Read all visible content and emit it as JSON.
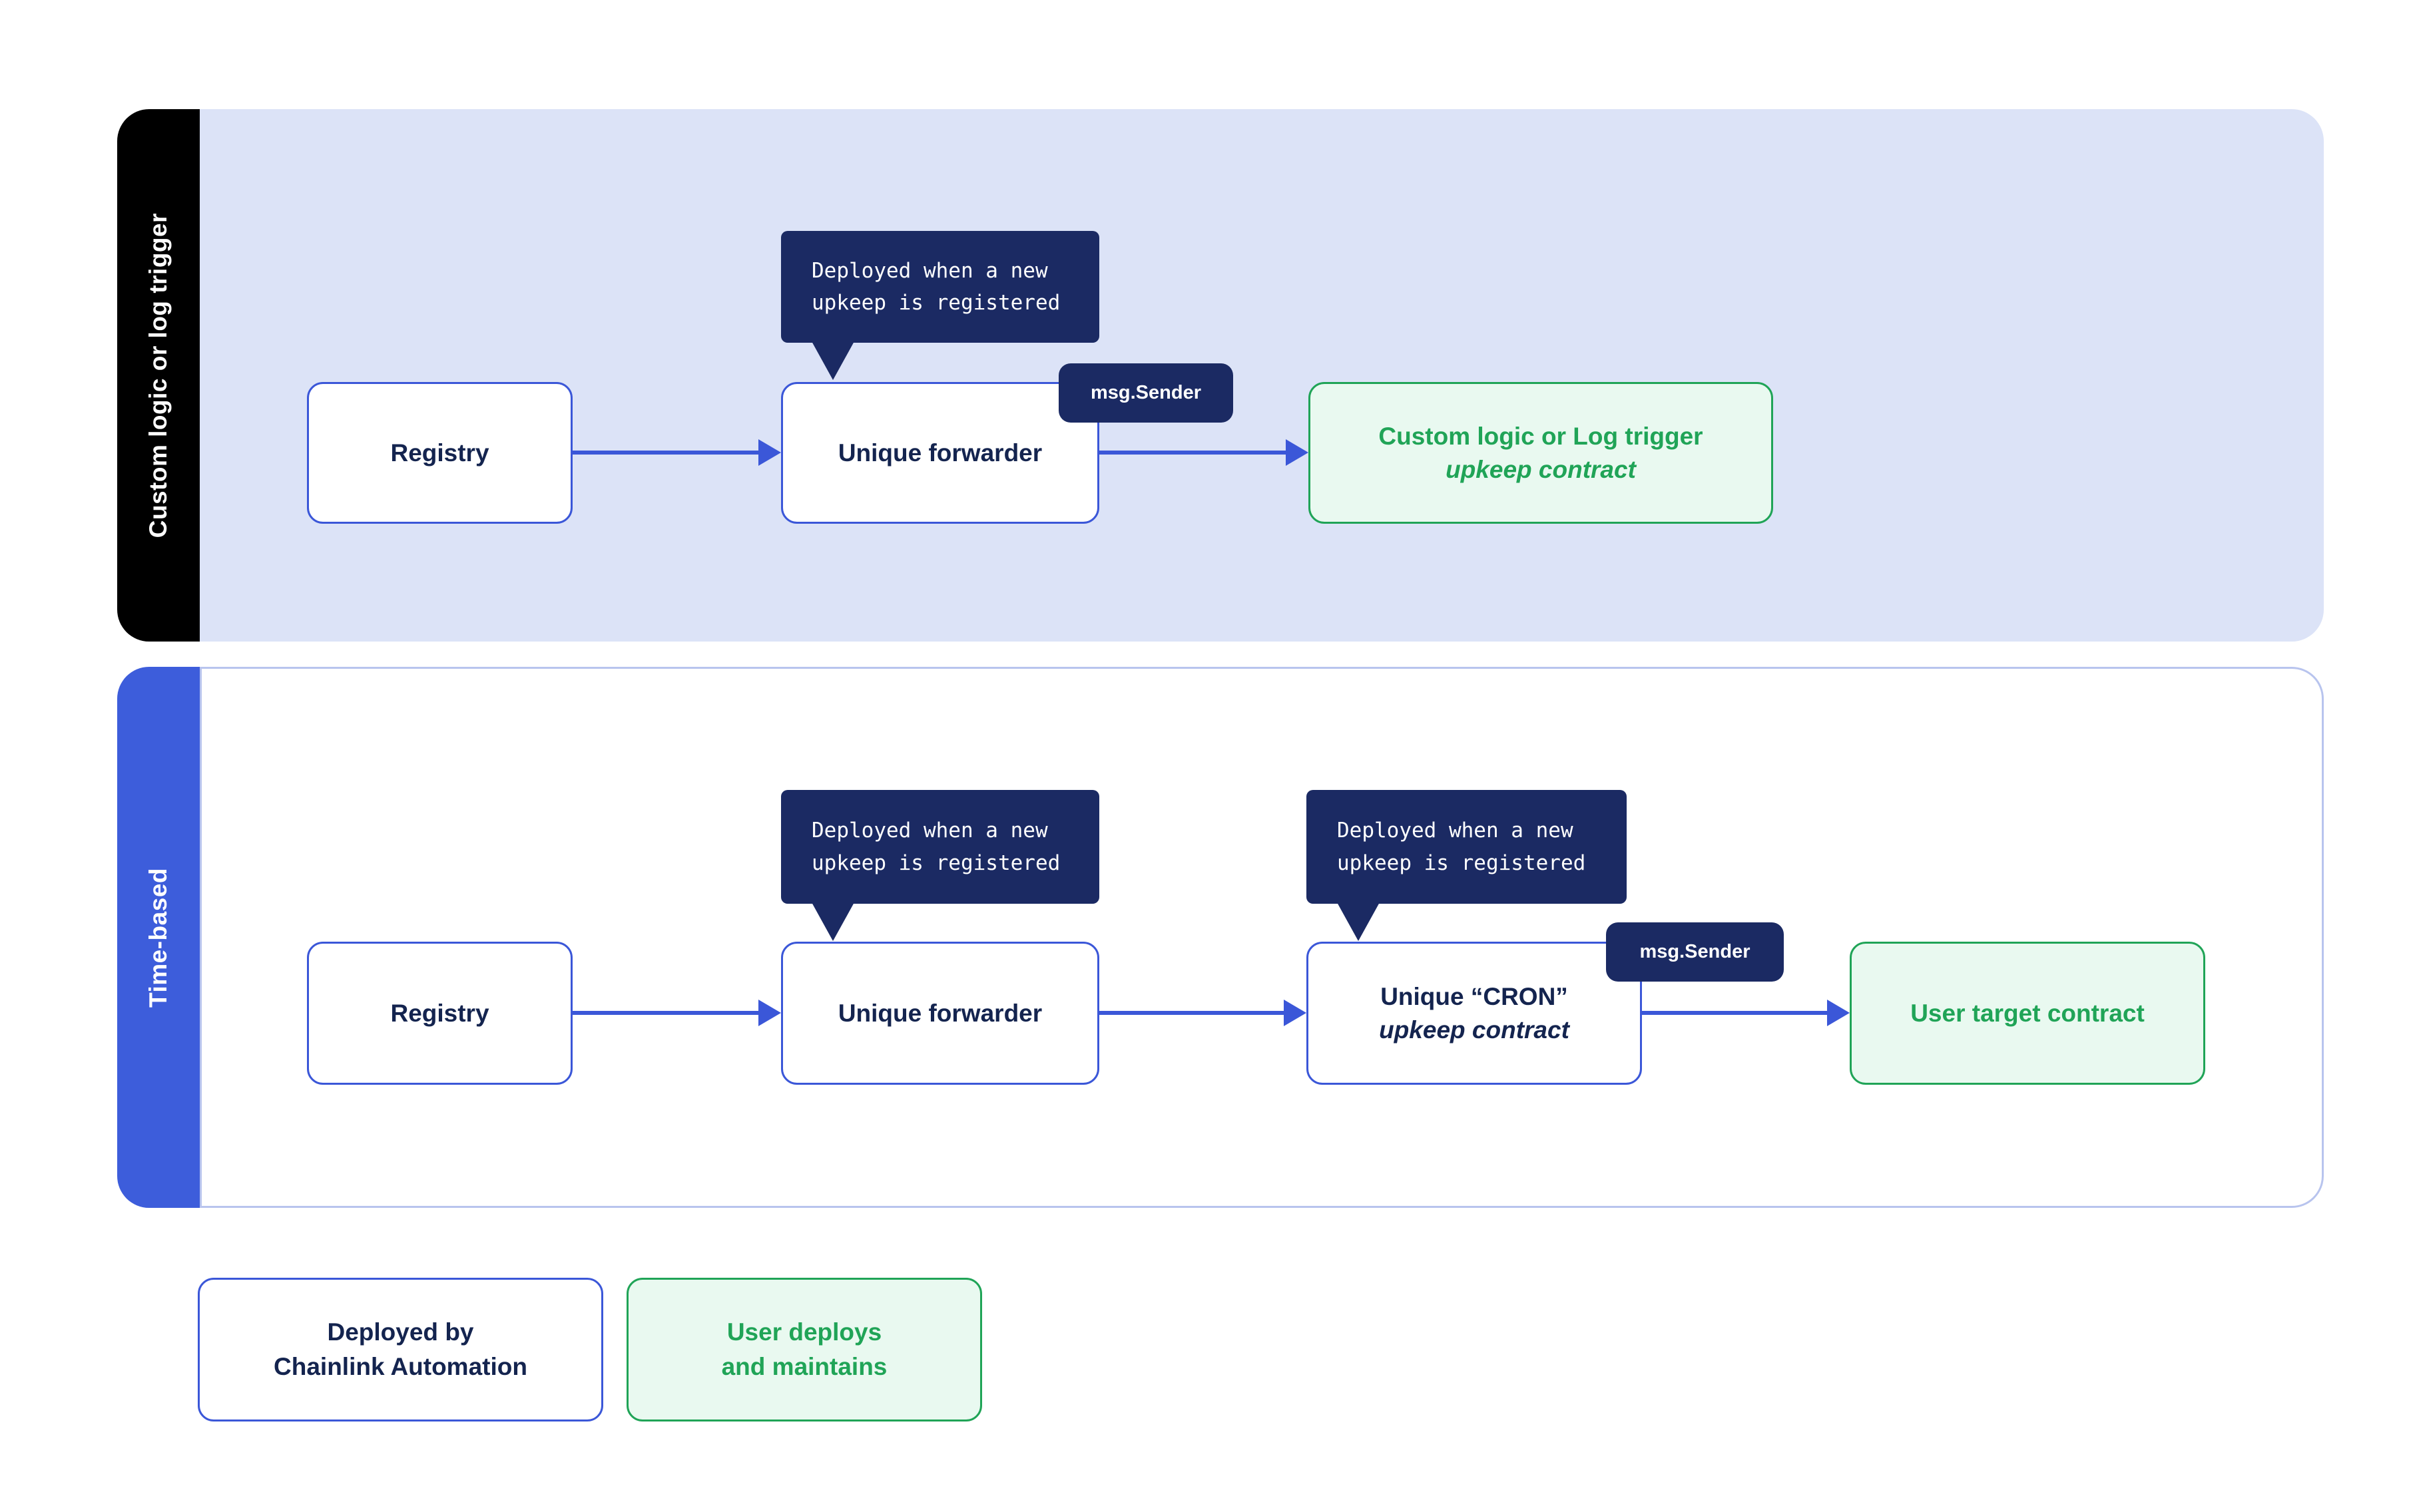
{
  "colors": {
    "navy": "#1b2a63",
    "blue": "#3b57d8",
    "lane_panel_lavender": "#dce3f7",
    "lane_strip_black": "#000000",
    "lane_strip_blue": "#3d5ddb",
    "green": "#20a457",
    "light_green": "#e9f9f0",
    "panel_border": "#b8c4ee"
  },
  "lane1": {
    "label": "Custom logic or log trigger",
    "registry": "Registry",
    "forwarder": "Unique forwarder",
    "tooltip": {
      "line1": "Deployed when a new",
      "line2": "upkeep is registered"
    },
    "badge": "msg.Sender",
    "target": {
      "line1": "Custom logic or Log trigger",
      "line2": "upkeep contract"
    }
  },
  "lane2": {
    "label": "Time-based",
    "registry": "Registry",
    "forwarder": "Unique forwarder",
    "tooltip_forwarder": {
      "line1": "Deployed when a new",
      "line2": "upkeep is registered"
    },
    "tooltip_cron": {
      "line1": "Deployed when a new",
      "line2": "upkeep is registered"
    },
    "cron": {
      "line1": "Unique “CRON”",
      "line2": "upkeep contract"
    },
    "badge": "msg.Sender",
    "target": "User target contract"
  },
  "legend": {
    "deployed": {
      "line1": "Deployed by",
      "line2": "Chainlink Automation"
    },
    "user": {
      "line1": "User deploys",
      "line2": "and maintains"
    }
  }
}
